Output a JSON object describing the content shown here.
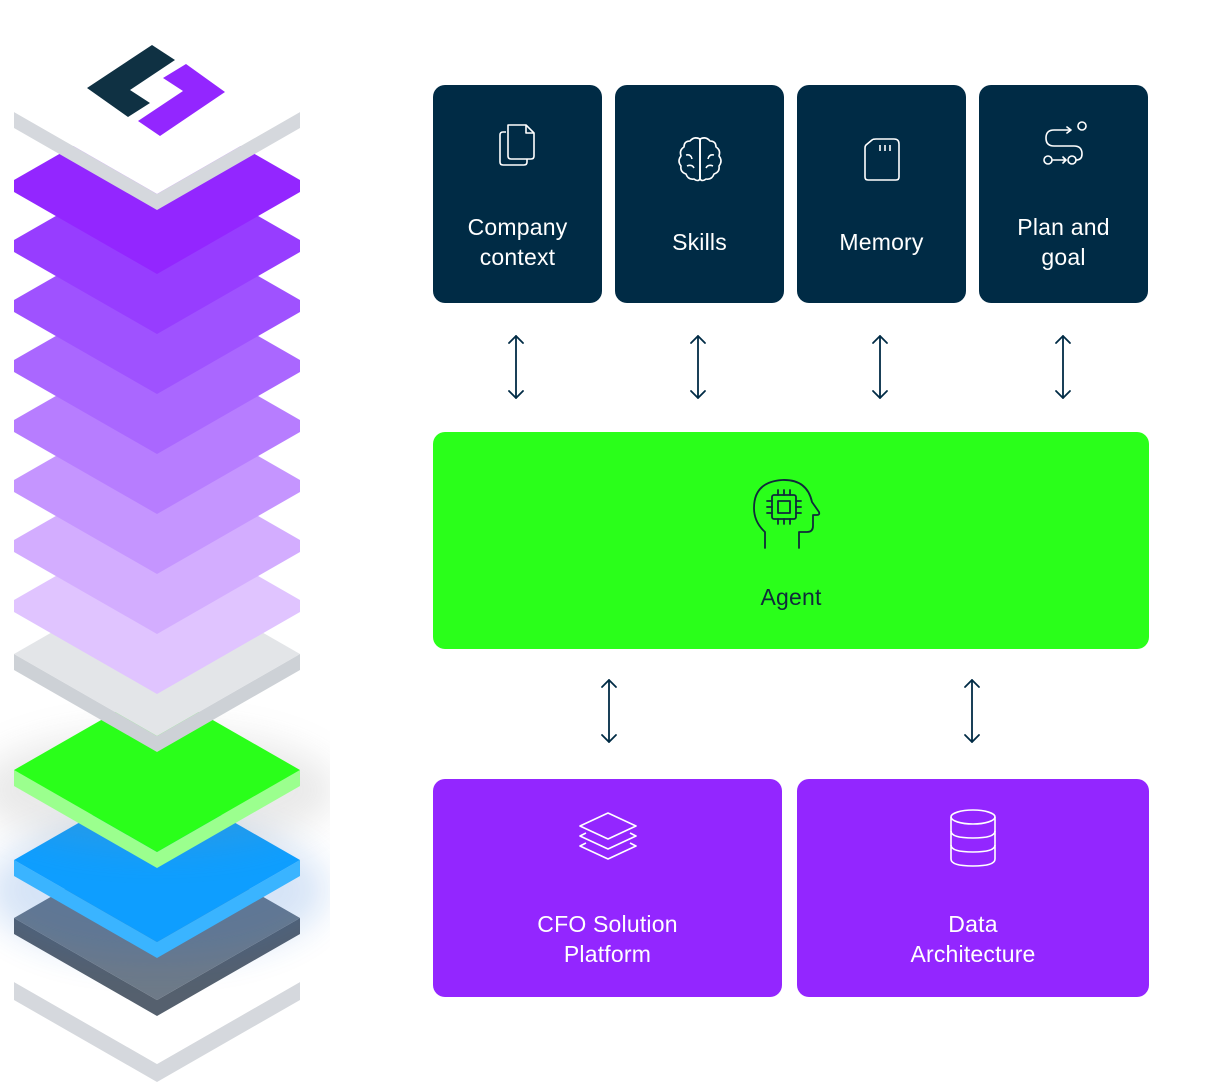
{
  "diagram": {
    "top_cards": [
      {
        "label": "Company\ncontext",
        "icon": "documents-icon"
      },
      {
        "label": "Skills",
        "icon": "brain-icon"
      },
      {
        "label": "Memory",
        "icon": "memory-card-icon"
      },
      {
        "label": "Plan and\ngoal",
        "icon": "route-icon"
      }
    ],
    "agent": {
      "label": "Agent",
      "icon": "ai-head-chip-icon"
    },
    "bottom_cards": [
      {
        "label": "CFO Solution\nPlatform",
        "icon": "layers-icon"
      },
      {
        "label": "Data\nArchitecture",
        "icon": "database-icon"
      }
    ]
  },
  "colors": {
    "dark_card": "#002b45",
    "agent_green": "#2aff1a",
    "purple": "#9326ff",
    "arrow": "#002b45"
  },
  "stack": {
    "logo": "brand-logo-icon"
  }
}
